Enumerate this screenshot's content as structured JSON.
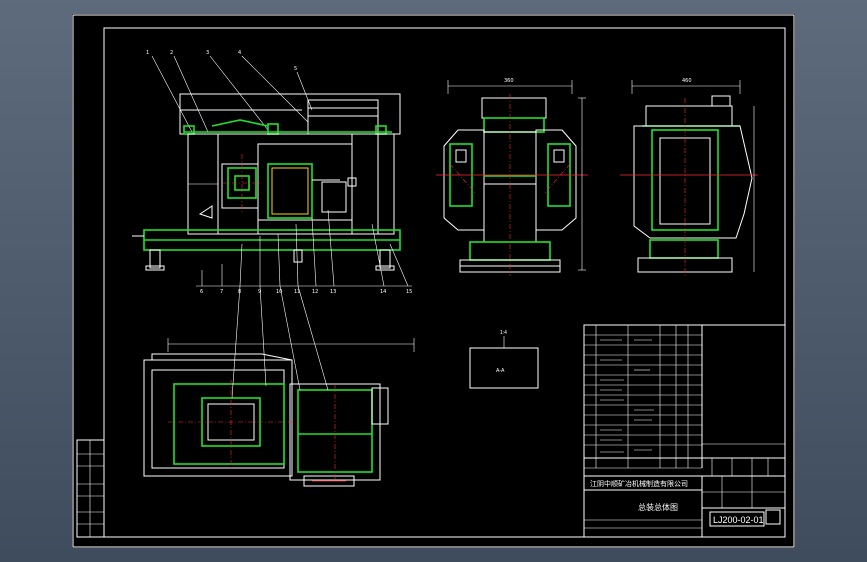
{
  "title_block": {
    "company": "江阴中顺矿冶机械制造有限公司",
    "drawing_name": "总装总体图",
    "drawing_number": "LJ200-02-01"
  },
  "detail_label": "1:4",
  "colors": {
    "frame": "#ffffff",
    "outline": "#22e02a",
    "centerline": "#ff2a2a",
    "highlight": "#ffd21a",
    "background": "#000000"
  }
}
